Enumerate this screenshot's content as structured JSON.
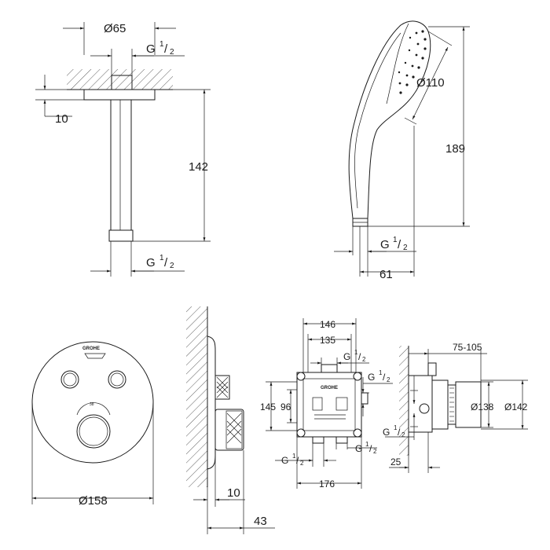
{
  "shower_arm": {
    "dim_diameter": "Ø65",
    "dim_thread_top": "G",
    "dim_thread_bottom": "G",
    "frac_num": "1",
    "frac_den": "2",
    "dim_flange": "10",
    "dim_length": "142"
  },
  "hand_shower": {
    "dim_diameter": "Ø110",
    "dim_length": "189",
    "dim_thread": "G",
    "frac_num": "1",
    "frac_den": "2",
    "dim_width": "61"
  },
  "trim_plate": {
    "brand": "GROHE",
    "dim_diameter": "Ø158"
  },
  "side_view": {
    "dim_plate": "10",
    "dim_depth": "43"
  },
  "rough_in_front": {
    "dim_146": "146",
    "dim_135": "135",
    "dim_145": "145",
    "dim_96": "96",
    "dim_176": "176",
    "dim_thread": "G",
    "frac_num": "1",
    "frac_den": "2"
  },
  "rough_in_side": {
    "dim_range": "75-105",
    "dim_138": "Ø138",
    "dim_142": "Ø142",
    "dim_25": "25",
    "dim_thread": "G",
    "frac_num": "1",
    "frac_den": "2"
  }
}
